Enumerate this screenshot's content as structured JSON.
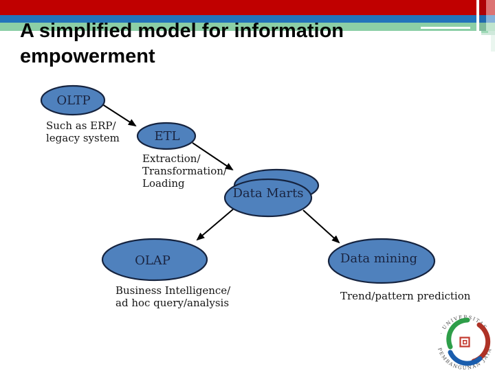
{
  "slide": {
    "title": "A simplified model for information empowerment"
  },
  "nodes": {
    "oltp": {
      "label": "OLTP"
    },
    "etl": {
      "label": "ETL"
    },
    "data_marts": {
      "label": "Data Marts"
    },
    "olap": {
      "label": "OLAP"
    },
    "data_mining": {
      "label": "Data mining"
    }
  },
  "annotations": {
    "oltp_note": {
      "line1": "Such as ERP/",
      "line2": "legacy system"
    },
    "etl_note": {
      "line1": "Extraction/",
      "line2": "Transformation/",
      "line3": "Loading"
    },
    "olap_note": {
      "line1": "Business Intelligence/",
      "line2": "ad hoc query/analysis"
    },
    "data_mining_note": {
      "line1": "Trend/pattern prediction"
    }
  },
  "logo": {
    "top_text": "· UNIVERSITAS ·",
    "bottom_text": "PEMBANGUNAN JAYA"
  },
  "colors": {
    "bar_red": "#c00000",
    "bar_blue": "#2374bb",
    "bar_green": "#8ccfa6",
    "ellipse_fill": "#4f81bd",
    "ellipse_border": "#15233f",
    "node_text": "#1a2440",
    "logo_green": "#2e9e49",
    "logo_blue": "#1a5dad",
    "logo_red": "#ae3226"
  }
}
